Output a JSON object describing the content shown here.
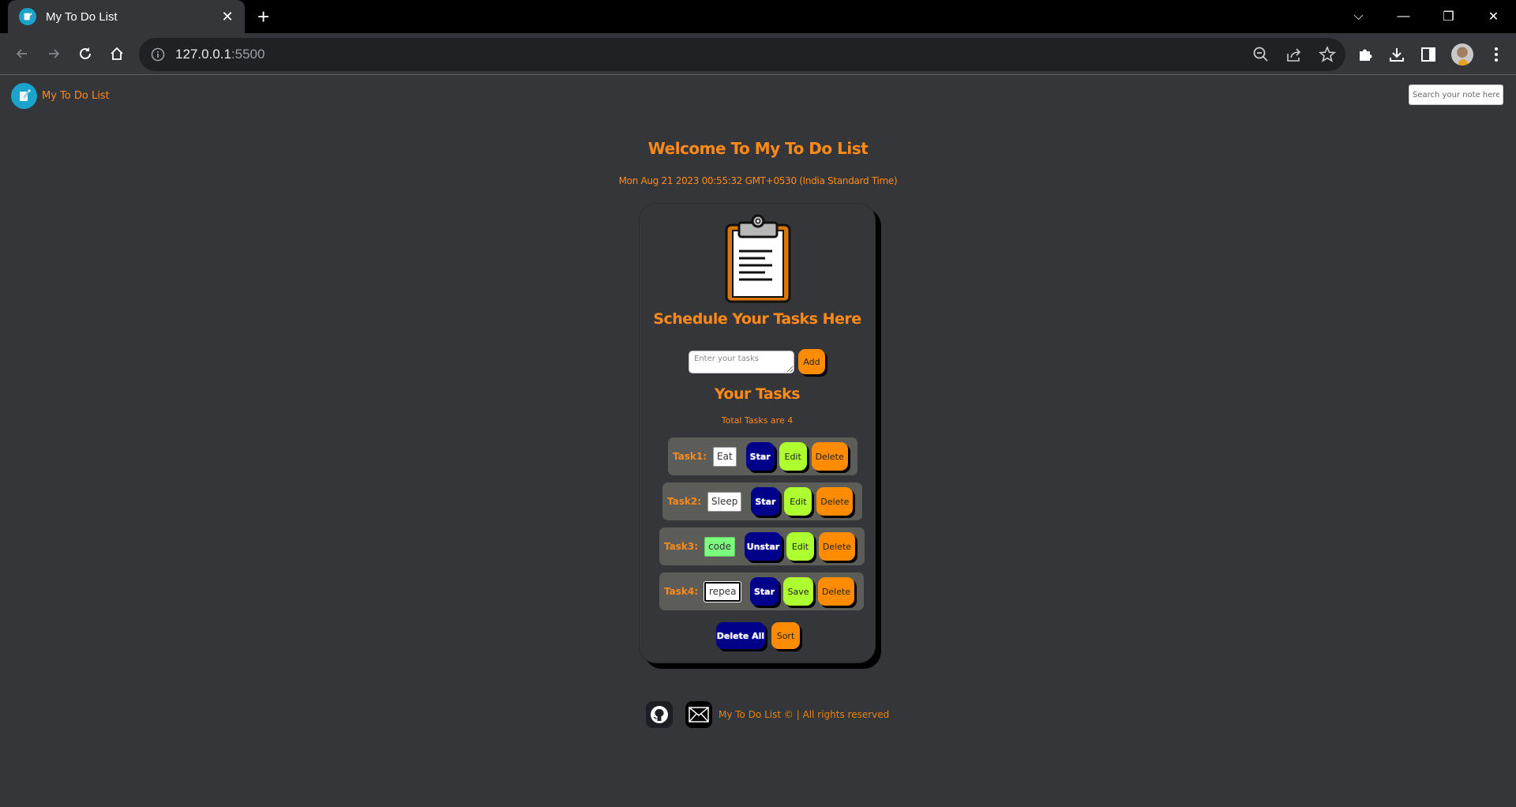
{
  "browser": {
    "tab_title": "My To Do List",
    "url_host": "127.0.0.1",
    "url_port": ":5500",
    "window_controls": [
      "tab-search",
      "minimize",
      "restore",
      "close"
    ]
  },
  "navbar": {
    "brand_name": "My To Do List",
    "search_placeholder": "Search your note here"
  },
  "header": {
    "welcome": "Welcome To My To Do List",
    "datetime": "Mon Aug 21 2023 00:55:32 GMT+0530 (India Standard Time)"
  },
  "card": {
    "title": "Schedule Your Tasks Here",
    "input_placeholder": "Enter your tasks",
    "add_label": "Add",
    "tasks_heading": "Your Tasks",
    "total_text": "Total Tasks are 4",
    "tasks": [
      {
        "label": "Task1:",
        "value": "Eat",
        "star_label": "Star",
        "edit_label": "Edit",
        "delete_label": "Delete",
        "starred": false,
        "editing": false
      },
      {
        "label": "Task2:",
        "value": "Sleep",
        "star_label": "Star",
        "edit_label": "Edit",
        "delete_label": "Delete",
        "starred": false,
        "editing": false
      },
      {
        "label": "Task3:",
        "value": "code",
        "star_label": "Unstar",
        "edit_label": "Edit",
        "delete_label": "Delete",
        "starred": true,
        "editing": false
      },
      {
        "label": "Task4:",
        "value": "repeat",
        "star_label": "Star",
        "edit_label": "Save",
        "delete_label": "Delete",
        "starred": false,
        "editing": true
      }
    ],
    "delete_all_label": "Delete All",
    "sort_label": "Sort"
  },
  "footer": {
    "text": "My To Do List © | All rights reserved"
  },
  "colors": {
    "accent": "#ff8c00",
    "star_button": "#00008b",
    "edit_button": "#adff2f",
    "starred_task": "#7cfc7c",
    "page_bg": "#35363a",
    "task_row_bg": "#5c5d58"
  }
}
